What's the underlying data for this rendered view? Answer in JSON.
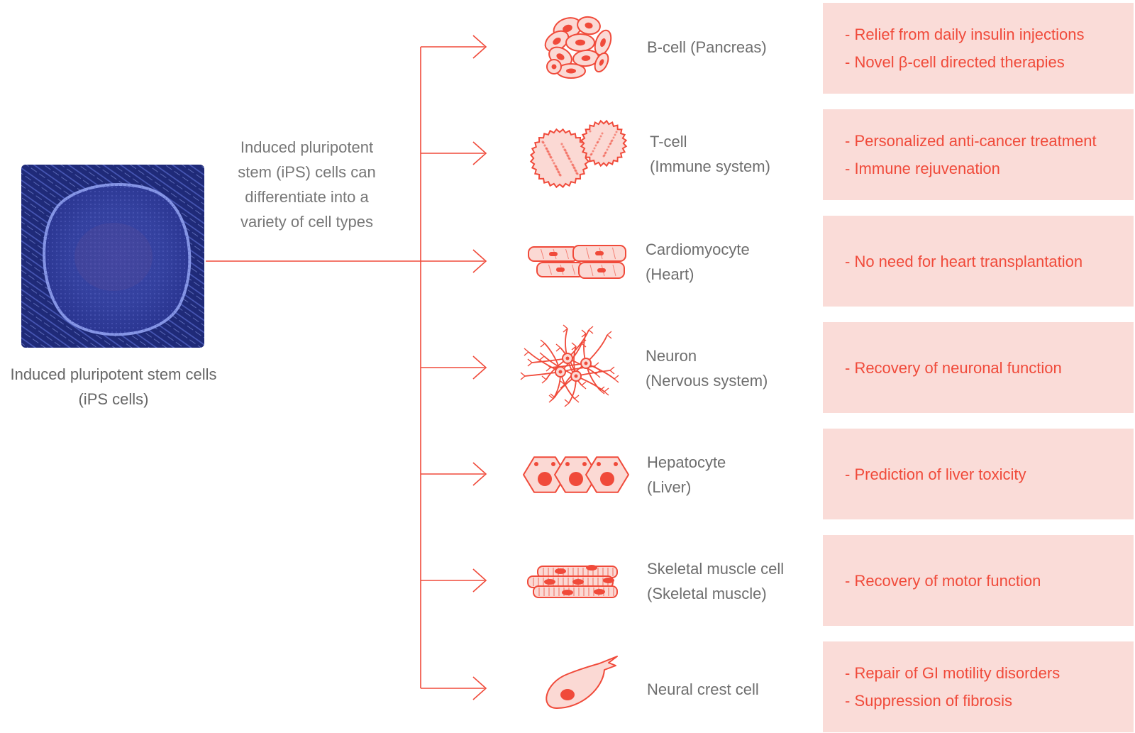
{
  "source": {
    "caption_lines": [
      "Induced pluripotent stem cells",
      "(iPS cells)"
    ]
  },
  "intro_lines": [
    "Induced pluripotent",
    "stem (iPS) cells can",
    "differentiate into a",
    "variety of cell types"
  ],
  "colors": {
    "accent": "#f04a3a",
    "box_fill": "#fadcd8",
    "icon_fill": "#fbd9d4",
    "label_text": "#6e6e6e",
    "ips_dark": "#1f2a78",
    "ips_light": "#5566c8"
  },
  "cell_types": [
    {
      "icon": "b-cell-cluster-icon",
      "label_lines": [
        "B-cell (Pancreas)"
      ],
      "benefits": [
        "- Relief from daily insulin injections",
        "- Novel β-cell directed therapies"
      ]
    },
    {
      "icon": "t-cell-icon",
      "label_lines": [
        "T-cell",
        "(Immune system)"
      ],
      "benefits": [
        "- Personalized anti-cancer treatment",
        "- Immune rejuvenation"
      ]
    },
    {
      "icon": "cardiomyocyte-icon",
      "label_lines": [
        "Cardiomyocyte",
        "(Heart)"
      ],
      "benefits": [
        "- No need for heart transplantation"
      ]
    },
    {
      "icon": "neuron-icon",
      "label_lines": [
        "Neuron",
        "(Nervous system)"
      ],
      "benefits": [
        "- Recovery of neuronal function"
      ]
    },
    {
      "icon": "hepatocyte-icon",
      "label_lines": [
        "Hepatocyte",
        "(Liver)"
      ],
      "benefits": [
        "- Prediction of liver toxicity"
      ]
    },
    {
      "icon": "skeletal-muscle-icon",
      "label_lines": [
        "Skeletal muscle cell",
        "(Skeletal muscle)"
      ],
      "benefits": [
        "- Recovery of motor function"
      ]
    },
    {
      "icon": "neural-crest-cell-icon",
      "label_lines": [
        "Neural crest cell"
      ],
      "benefits": [
        "- Repair of GI motility disorders",
        "- Suppression of fibrosis"
      ]
    }
  ]
}
